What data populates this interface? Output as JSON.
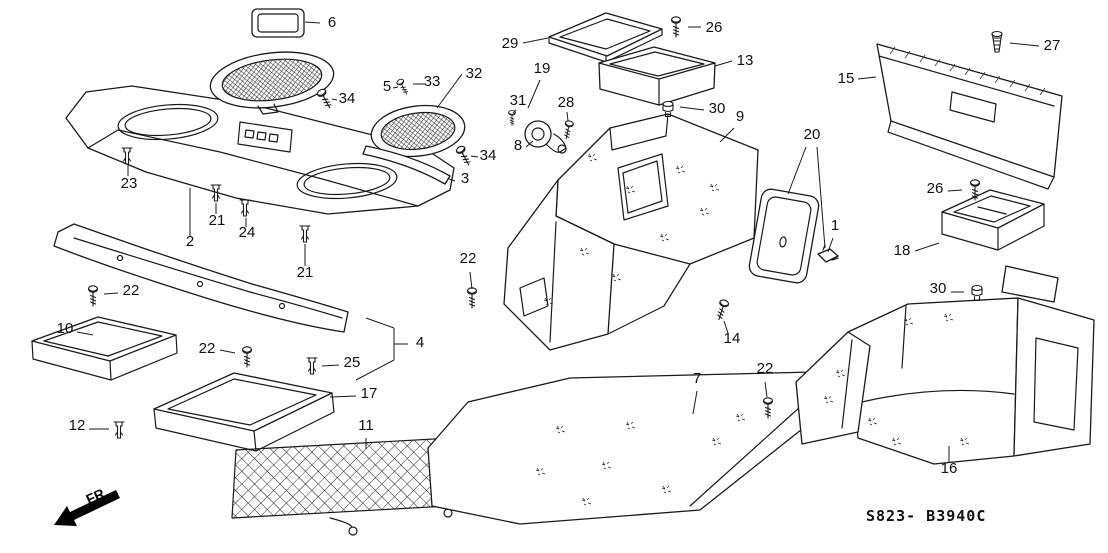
{
  "diagram": {
    "footer_code": "S823- B3940C",
    "direction_label": "FR.",
    "background": "#ffffff",
    "line_color": "#1a1a1a"
  },
  "labels": {
    "1": "1",
    "2": "2",
    "3": "3",
    "4": "4",
    "5": "5",
    "6": "6",
    "7": "7",
    "8": "8",
    "9": "9",
    "10": "10",
    "11": "11",
    "12": "12",
    "13": "13",
    "14": "14",
    "15": "15",
    "16": "16",
    "17": "17",
    "18": "18",
    "19": "19",
    "20": "20",
    "21": "21",
    "22": "22",
    "23": "23",
    "24": "24",
    "25": "25",
    "26": "26",
    "27": "27",
    "28": "28",
    "29": "29",
    "30": "30",
    "31": "31",
    "32": "32",
    "33": "33",
    "34": "34"
  }
}
